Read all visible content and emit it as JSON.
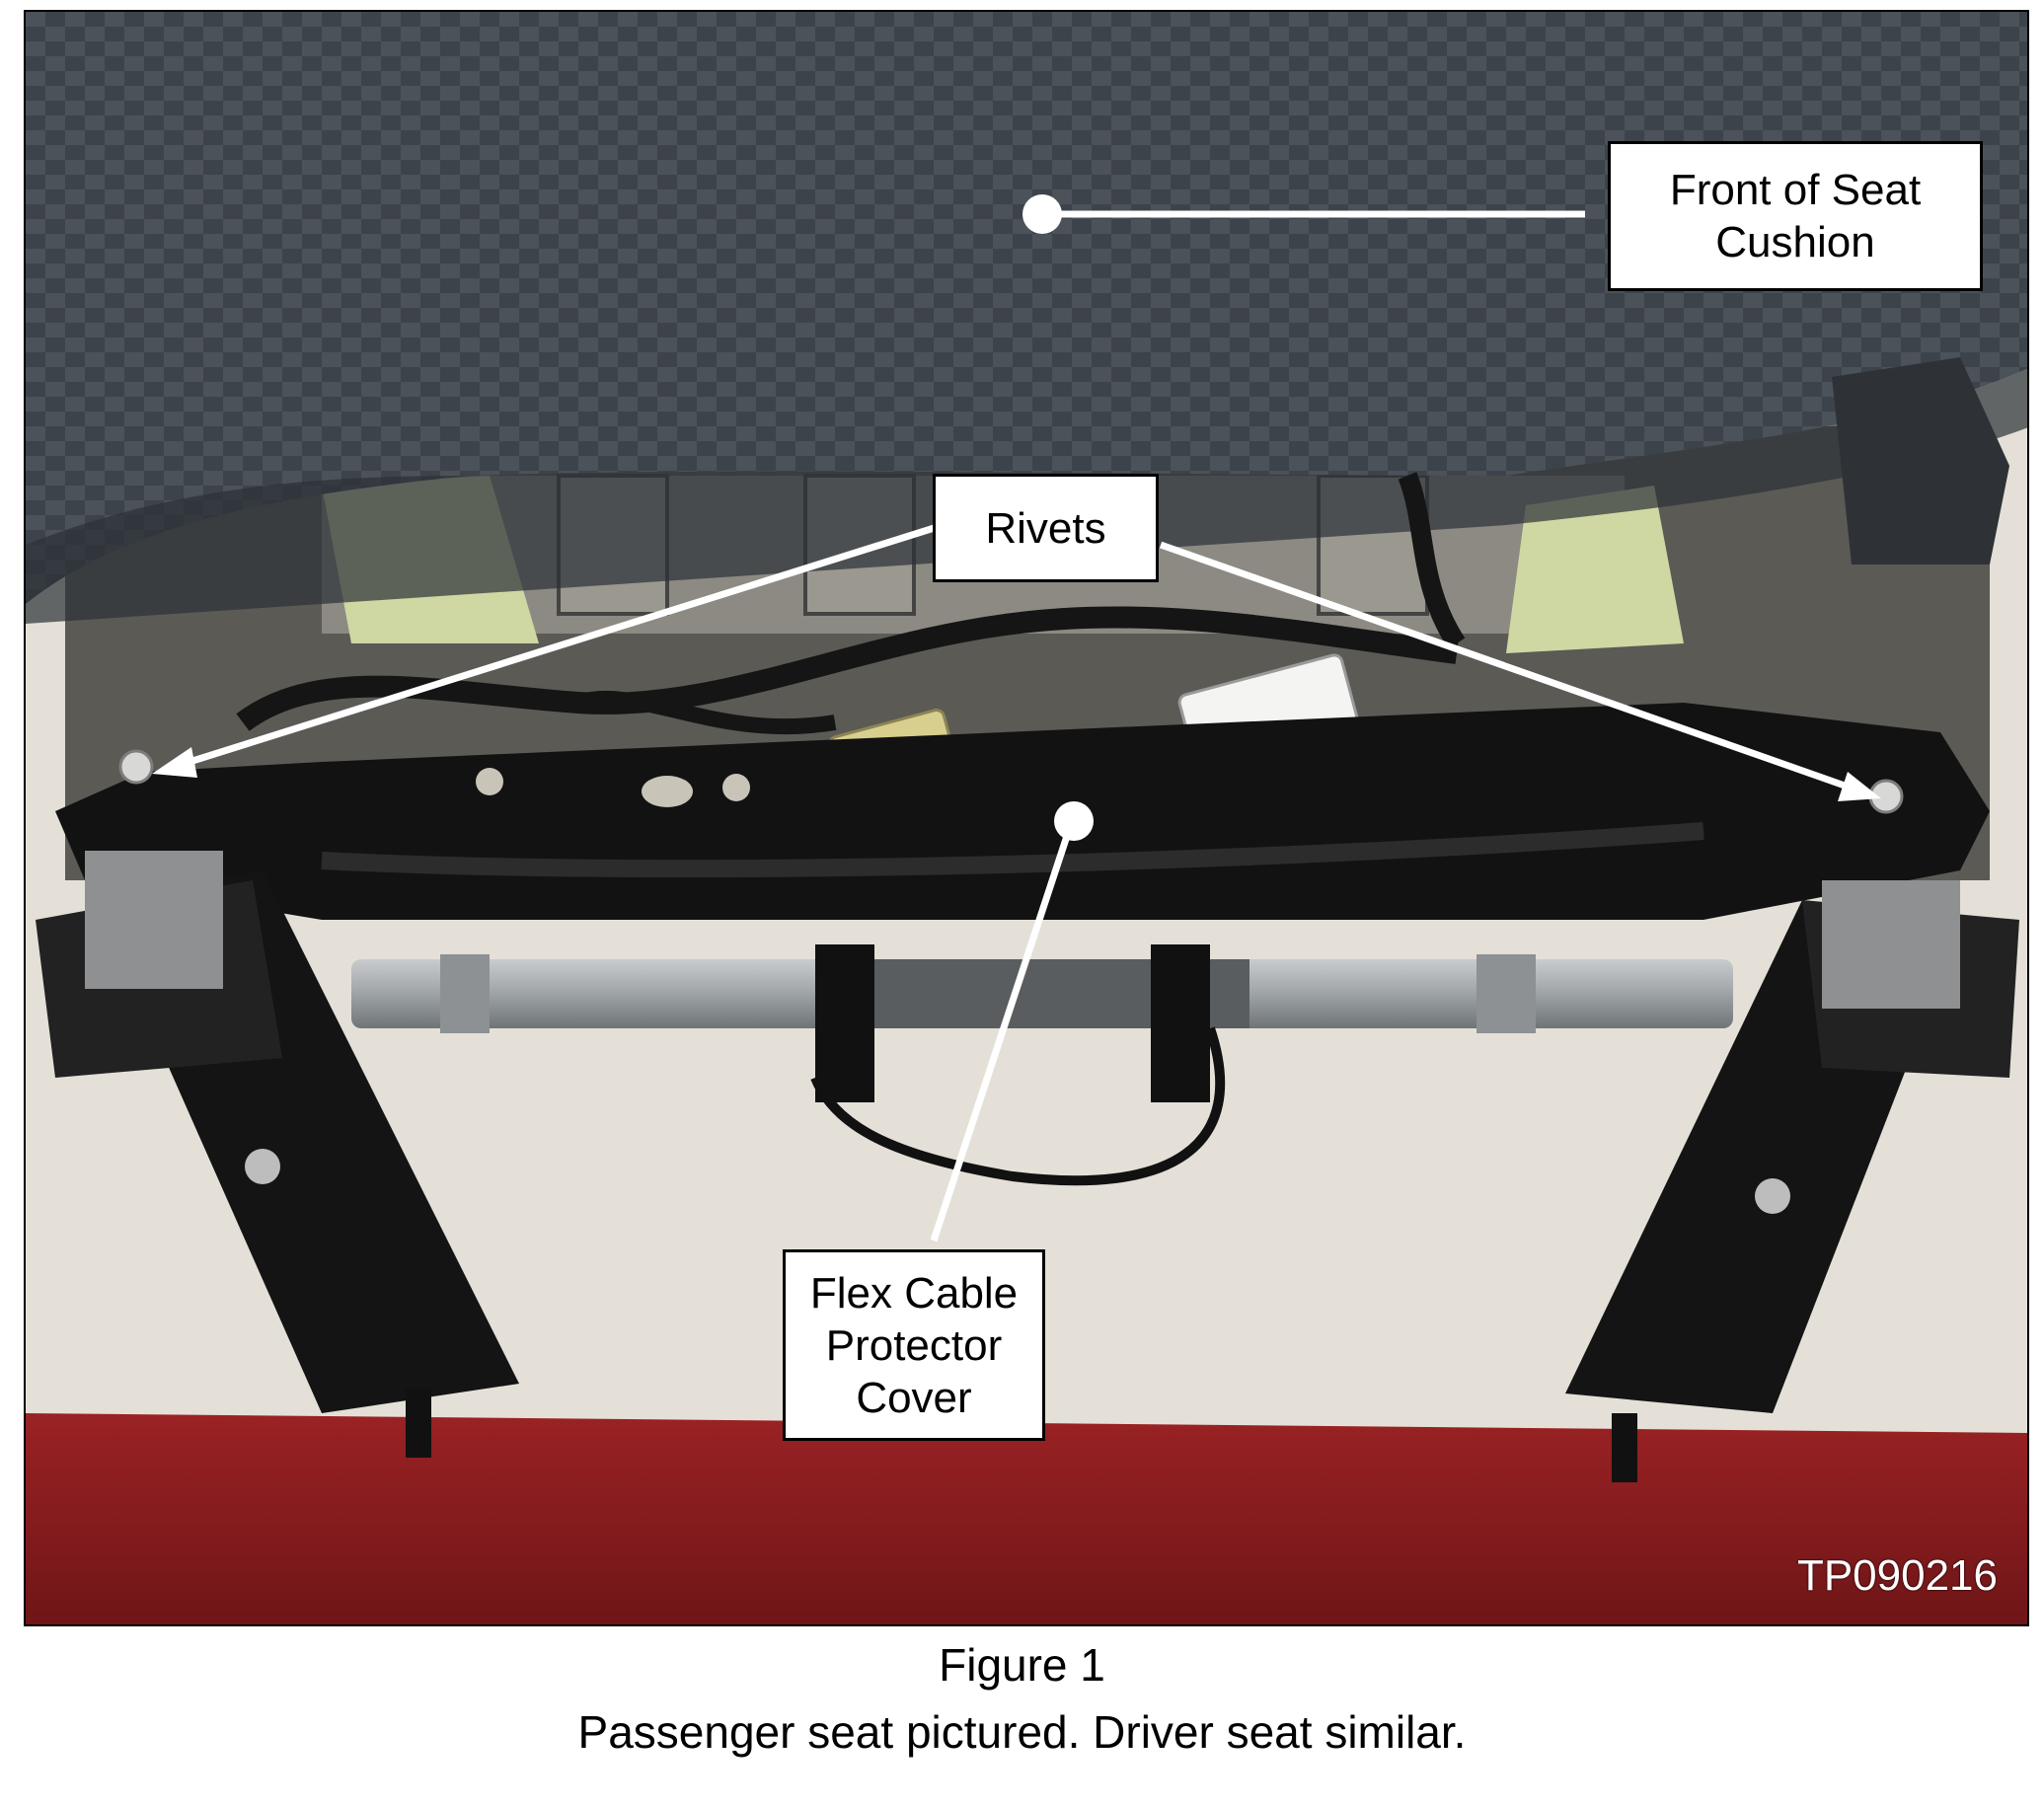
{
  "figure": {
    "photo_id": "TP090216",
    "title": "Figure 1",
    "caption": "Passenger seat pictured. Driver seat similar."
  },
  "callouts": {
    "front_of_seat_cushion": "Front of Seat\nCushion",
    "rivets": "Rivets",
    "flex_cable_protector_cover": "Flex Cable\nProtector\nCover"
  },
  "colors": {
    "seat_fabric": "#3c4249",
    "frame_black": "#141414",
    "carpet_red": "#8a1e1f",
    "wall": "#e6e2da",
    "callout_line": "#ffffff"
  }
}
